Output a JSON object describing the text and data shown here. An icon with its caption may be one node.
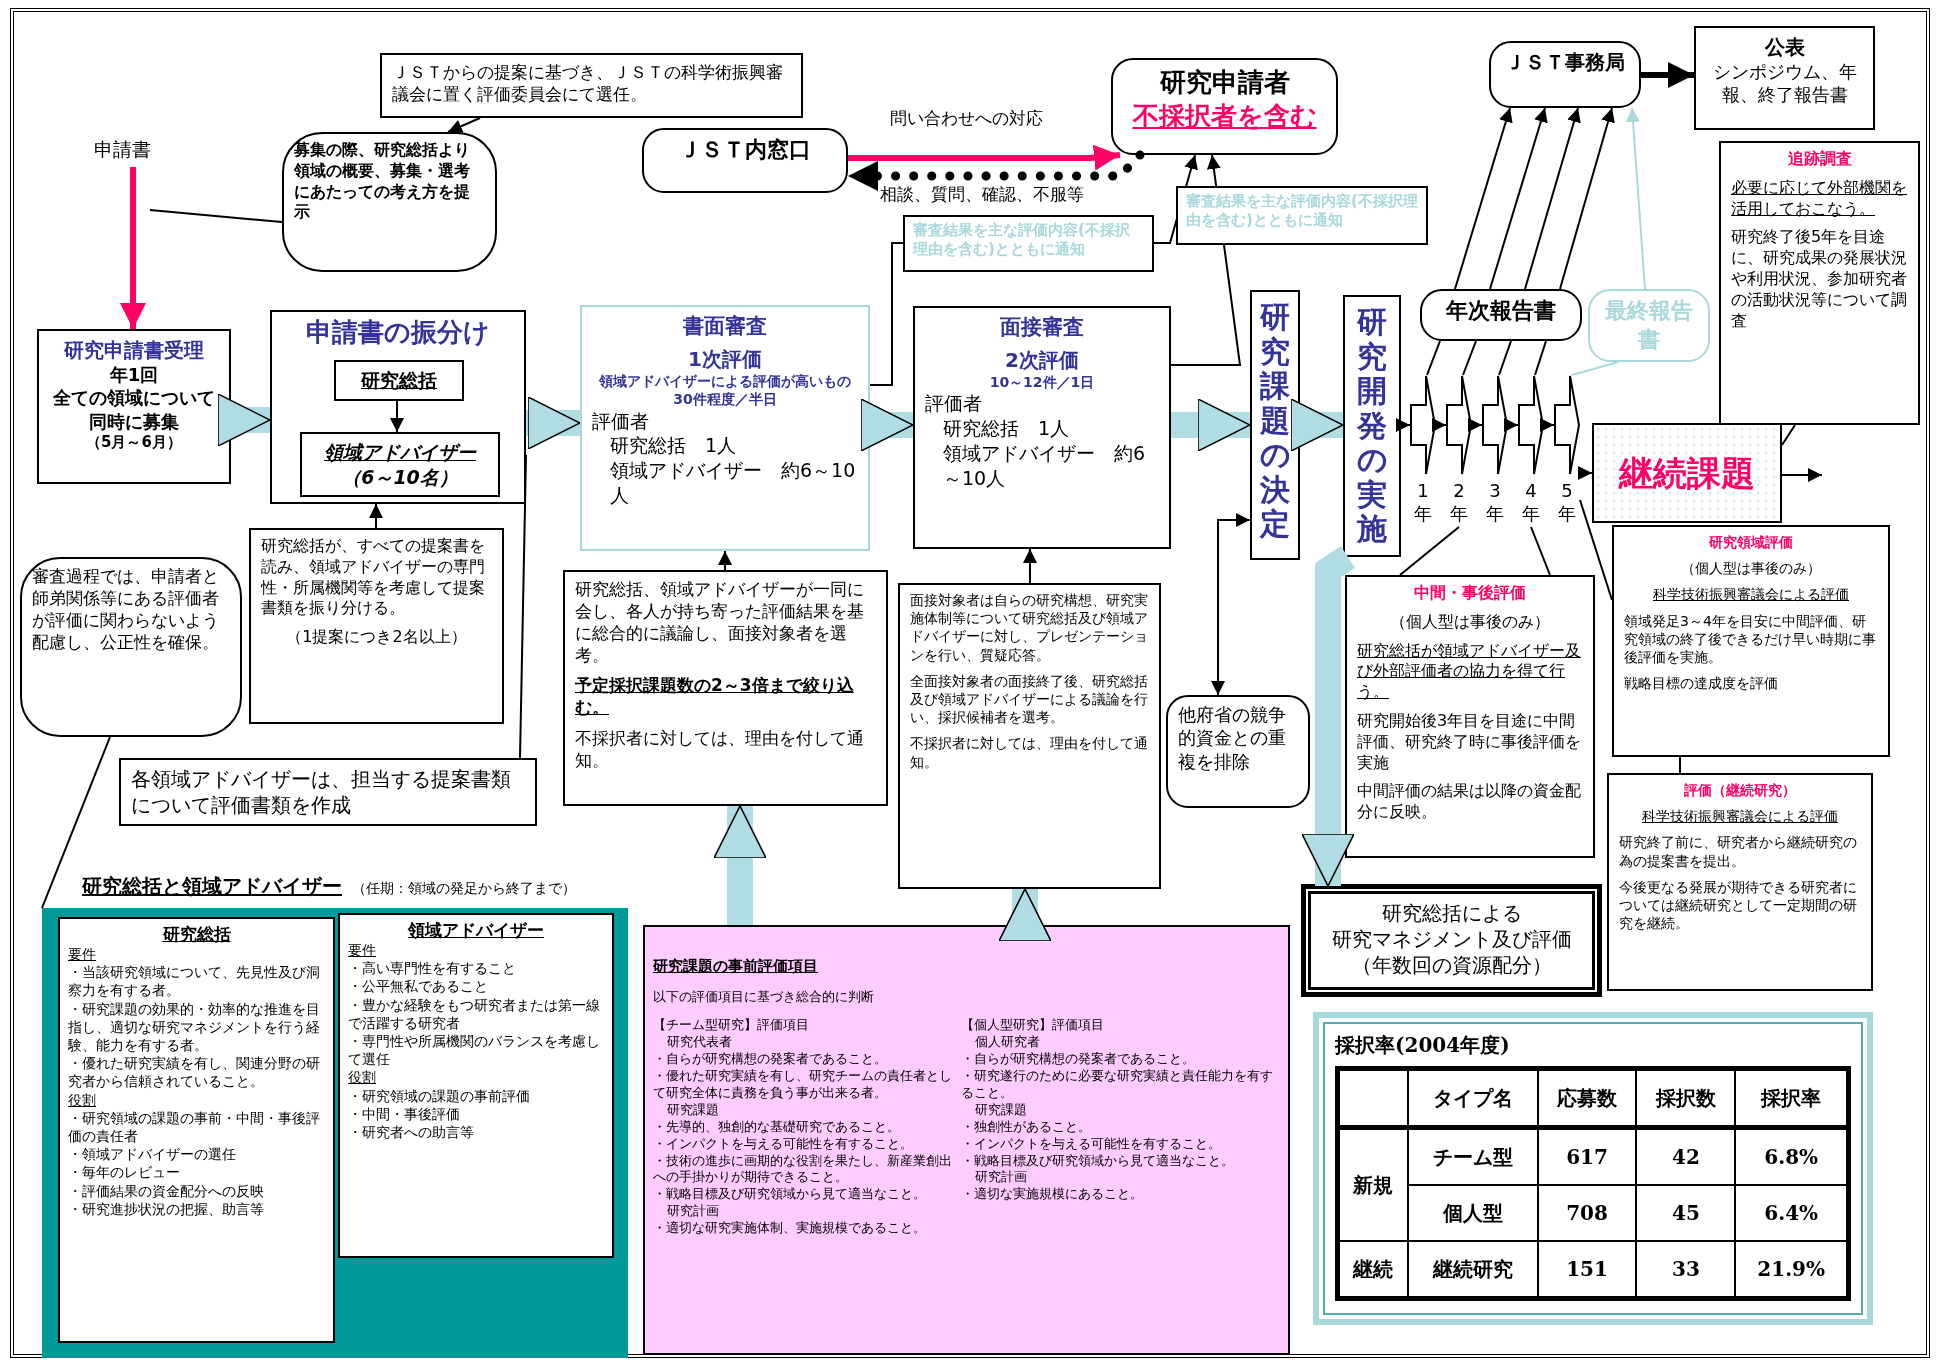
{
  "diagram": {
    "nodes": [
      {
        "text": [
          "申請書"
        ]
      },
      {
        "text": [
          "研究申請書受理",
          "年1回",
          "全ての領域について同時に募集",
          "（5月～6月）"
        ]
      },
      {
        "text": [
          "ＪＳＴからの提案に基づき、ＪＳＴの科学術振興審議会に置く評価委員会にて選任。"
        ]
      },
      {
        "text": [
          "募集の際、研究総括より領域の概要、募集・選考にあたっての考え方を提示"
        ]
      },
      {
        "text": [
          "申請書の振分け"
        ]
      },
      {
        "text": [
          "研究総括"
        ],
        "in": 4
      },
      {
        "text": [
          "領域アドバイザー",
          "（6～10名）"
        ],
        "in": 4
      },
      {
        "text": [
          "研究総括が、すべての提案書を読み、領域アドバイザーの専門性・所属機関等を考慮して提案書類を振り分ける。",
          "（1提案につき2名以上）"
        ]
      },
      {
        "text": [
          "審査過程では、申請者と師弟関係等にある評価者が評価に関わらないよう配慮し、公正性を確保。"
        ]
      },
      {
        "text": [
          "各領域アドバイザーは、担当する提案書類について評価書類を作成"
        ]
      },
      {
        "text": [
          "書面審査",
          "1次評価",
          "領域アドバイザーによる評価が高いもの30件程度／半日",
          "評価者",
          "研究総括　1人",
          "領域アドバイザー　約6～10人"
        ]
      },
      {
        "text": [
          "研究総括、領域アドバイザーが一同に会し、各人が持ち寄った評価結果を基に総合的に議論し、面接対象者を選考。",
          "予定採択課題数の2～3倍まで絞り込む。",
          "不採択者に対しては、理由を付して通知。"
        ]
      },
      {
        "text": [
          "ＪＳＴ内窓口"
        ]
      },
      {
        "text": [
          "研究申請者",
          "不採択者を含む"
        ]
      },
      {
        "text": [
          "面接審査",
          "2次評価",
          "10～12件／1日",
          "評価者",
          "研究総括　1人",
          "領域アドバイザー　約6～10人"
        ]
      },
      {
        "text": [
          "面接対象者は自らの研究構想、研究実施体制等について研究総括及び領域アドバイザーに対し、プレゼンテーションを行い、質疑応答。",
          "全面接対象者の面接終了後、研究総括及び領域アドバイザーによる議論を行い、採択候補者を選考。",
          "不採択者に対しては、理由を付して通知。"
        ]
      },
      {
        "text": [
          "研究課題の決定"
        ]
      },
      {
        "text": [
          "他府省の競争的資金との重複を排除"
        ]
      },
      {
        "text": [
          "研究開発の実施"
        ]
      },
      {
        "text": [
          "年次報告書"
        ]
      },
      {
        "text": [
          "最終報告書"
        ]
      },
      {
        "text": [
          "ＪＳＴ事務局"
        ]
      },
      {
        "text": [
          "公表",
          "シンポジウム、年報、終了報告書"
        ]
      },
      {
        "text": [
          "追跡調査",
          "必要に応じて外部機関を活用しておこなう。",
          "研究終了後5年を目途に、研究成果の発展状況や利用状況、参加研究者の活動状況等について調査"
        ]
      },
      {
        "text": [
          "1年"
        ]
      },
      {
        "text": [
          "2年"
        ]
      },
      {
        "text": [
          "3年"
        ]
      },
      {
        "text": [
          "4年"
        ]
      },
      {
        "text": [
          "5年"
        ]
      },
      {
        "text": [
          "継続課題"
        ]
      },
      {
        "text": [
          "中間・事後評価",
          "（個人型は事後のみ）",
          "研究総括が領域アドバイザー及び外部評価者の協力を得て行う。",
          "研究開始後3年目を目途に中間評価、研究終了時に事後評価を実施",
          "中間評価の結果は以降の資金配分に反映。"
        ]
      },
      {
        "text": [
          "研究領域評価",
          "（個人型は事後のみ）",
          "科学技術振興審議会による評価",
          "領域発足3～4年を目安に中間評価、研究領域の終了後できるだけ早い時期に事後評価を実施。",
          "戦略目標の達成度を評価"
        ]
      },
      {
        "text": [
          "評価（継続研究）",
          "科学技術振興審議会による評価",
          "研究終了前に、研究者から継続研究の為の提案書を提出。",
          "今後更なる発展が期待できる研究者については継続研究として一定期間の研究を継続。"
        ]
      },
      {
        "text": [
          "研究総括による",
          "研究マネジメント及び評価",
          "（年数回の資源配分）"
        ]
      },
      {
        "text": [
          "研究総括と領域アドバイザー",
          "（任期：領域の発足から終了まで）"
        ]
      },
      {
        "text": [
          "研究総括",
          "要件",
          "・当該研究領域について、先見性及び洞察力を有する者。",
          "・研究課題の効果的・効率的な推進を目指し、適切な研究マネジメントを行う経験、能力を有する者。",
          "・優れた研究実績を有し、関連分野の研究者から信頼されていること。",
          "役割",
          "・研究領域の課題の事前・中間・事後評価の責任者",
          "・領域アドバイザーの選任",
          "・毎年のレビュー",
          "・評価結果の資金配分への反映",
          "・研究進捗状況の把握、助言等"
        ],
        "in": 34
      },
      {
        "text": [
          "領域アドバイザー",
          "要件",
          "・高い専門性を有すること",
          "・公平無私であること",
          "・豊かな経験をもつ研究者または第一線で活躍する研究者",
          "・専門性や所属機関のバランスを考慮して選任",
          "役割",
          "・研究領域の課題の事前評価",
          "・中間・事後評価",
          "・研究者への助言等"
        ],
        "in": 34
      },
      {
        "text": [
          "研究課題の事前評価項目",
          "以下の評価項目に基づき総合的に判断",
          "【チーム型研究】評価項目",
          "研究代表者",
          "・自らが研究構想の発案者であること。",
          "・優れた研究実績を有し、研究チームの責任者として研究全体に責務を負う事が出来る者。",
          "研究課題",
          "・先導的、独創的な基礎研究であること。",
          "・インパクトを与える可能性を有すること。",
          "・技術の進歩に画期的な役割を果たし、新産業創出への手掛かりが期待できること。",
          "・戦略目標及び研究領域から見て適当なこと。",
          "研究計画",
          "・適切な研究実施体制、実施規模であること。",
          "【個人型研究】評価項目",
          "個人研究者",
          "・自らが研究構想の発案者であること。",
          "・研究遂行のために必要な研究実績と責任能力を有すること。",
          "研究課題",
          "・独創性があること。",
          "・インパクトを与える可能性を有すること。",
          "・戦略目標及び研究領域から見て適当なこと。",
          "研究計画",
          "・適切な実施規模にあること。"
        ]
      },
      {
        "text": [
          "採択率(2004年度)",
          "タイプ名",
          "応募数",
          "採択数",
          "採択率",
          "新規",
          "チーム型",
          "617",
          "42",
          "6.8%",
          "個人型",
          "708",
          "45",
          "6.4%",
          "継続",
          "継続研究",
          "151",
          "33",
          "21.9%"
        ]
      }
    ],
    "edges": [
      {
        "from": 0,
        "to": 1,
        "arrow": "to",
        "style": "thick",
        "color": "#ff0066"
      },
      {
        "from": 2,
        "to": 3,
        "arrow": "to"
      },
      {
        "from": 1,
        "to": 4,
        "arrow": "to",
        "style": "thick",
        "color": "#b0dde4"
      },
      {
        "from": 5,
        "to": 6,
        "arrow": "to"
      },
      {
        "from": 7,
        "to": 4,
        "arrow": "to"
      },
      {
        "from": 8,
        "to": 34,
        "arrow": "none"
      },
      {
        "from": 9,
        "to": 4,
        "arrow": "none"
      },
      {
        "from": 3,
        "to": null,
        "arrow": "none"
      },
      {
        "from": 4,
        "to": 10,
        "arrow": "to",
        "style": "thick",
        "color": "#b0dde4"
      },
      {
        "from": 11,
        "to": 10,
        "arrow": "to"
      },
      {
        "from": 10,
        "to": 14,
        "arrow": "to",
        "style": "thick",
        "color": "#b0dde4"
      },
      {
        "from": 15,
        "to": 14,
        "arrow": "to"
      },
      {
        "from": 10,
        "to": 13,
        "arrow": "to",
        "label": "審査結果を主な評価内容(不採択理由を含む)とともに通知"
      },
      {
        "from": 14,
        "to": 16,
        "arrow": "to",
        "style": "thick",
        "color": "#b0dde4"
      },
      {
        "from": 14,
        "to": 13,
        "arrow": "to",
        "label": "審査結果を主な評価内容(不採択理由を含む)とともに通知"
      },
      {
        "from": 12,
        "to": 13,
        "arrow": "to",
        "label": "問い合わせへの対応",
        "style": "thick",
        "color": "#ff0066"
      },
      {
        "from": 13,
        "to": 12,
        "arrow": "to",
        "label": "相談、質問、確認、不服等",
        "style": "dashed"
      },
      {
        "from": 16,
        "to": 17,
        "arrow": "both"
      },
      {
        "from": 16,
        "to": 18,
        "arrow": "to",
        "style": "thick",
        "color": "#b0dde4"
      },
      {
        "from": 18,
        "to": 24,
        "arrow": "to"
      },
      {
        "from": 24,
        "to": 25,
        "arrow": "to"
      },
      {
        "from": 25,
        "to": 26,
        "arrow": "to"
      },
      {
        "from": 26,
        "to": 27,
        "arrow": "to"
      },
      {
        "from": 27,
        "to": 28,
        "arrow": "to"
      },
      {
        "from": 28,
        "to": 29,
        "arrow": "to"
      },
      {
        "from": 24,
        "to": 19,
        "arrow": "none"
      },
      {
        "from": 25,
        "to": 19,
        "arrow": "none"
      },
      {
        "from": 26,
        "to": 19,
        "arrow": "none"
      },
      {
        "from": 27,
        "to": 19,
        "arrow": "none"
      },
      {
        "from": 19,
        "to": 21,
        "arrow": "to"
      },
      {
        "from": 19,
        "to": 21,
        "arrow": "to"
      },
      {
        "from": 19,
        "to": 21,
        "arrow": "to"
      },
      {
        "from": 19,
        "to": 21,
        "arrow": "to"
      },
      {
        "from": 28,
        "to": 20,
        "arrow": "none",
        "color": "#a8d8dc"
      },
      {
        "from": 20,
        "to": 21,
        "arrow": "to",
        "color": "#a8d8dc"
      },
      {
        "from": 21,
        "to": 22,
        "arrow": "to",
        "style": "thick"
      },
      {
        "from": 29,
        "to": null,
        "arrow": "to"
      },
      {
        "from": 23,
        "to": 29,
        "arrow": "none"
      },
      {
        "from": 30,
        "to": 25,
        "arrow": "none"
      },
      {
        "from": 30,
        "to": 27,
        "arrow": "none"
      },
      {
        "from": 31,
        "to": 28,
        "arrow": "none"
      },
      {
        "from": 32,
        "to": 31,
        "arrow": "none"
      },
      {
        "from": 18,
        "to": 33,
        "arrow": "to",
        "style": "thick",
        "color": "#b0dde4"
      },
      {
        "from": 37,
        "to": 11,
        "arrow": "to",
        "style": "thick",
        "color": "#b0dde4"
      },
      {
        "from": 37,
        "to": 15,
        "arrow": "to",
        "style": "thick",
        "color": "#b0dde4"
      }
    ]
  }
}
